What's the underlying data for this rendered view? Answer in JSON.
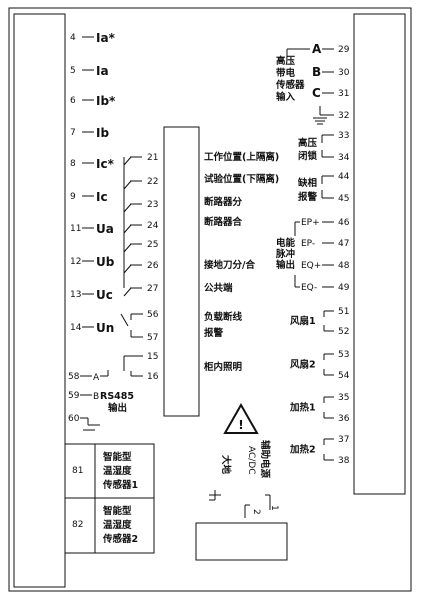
{
  "left_terminals": [
    {
      "num": "4",
      "sig": "Ia*"
    },
    {
      "num": "5",
      "sig": "Ia"
    },
    {
      "num": "6",
      "sig": "Ib*"
    },
    {
      "num": "7",
      "sig": "Ib"
    },
    {
      "num": "8",
      "sig": "Ic*"
    },
    {
      "num": "9",
      "sig": "Ic"
    },
    {
      "num": "11",
      "sig": "Ua"
    },
    {
      "num": "12",
      "sig": "Ub"
    },
    {
      "num": "13",
      "sig": "Uc"
    },
    {
      "num": "14",
      "sig": "Un"
    }
  ],
  "contacts": [
    {
      "pin": "21",
      "label": "工作位置(上隔离)"
    },
    {
      "pin": "22",
      "label": ""
    },
    {
      "pin": "23",
      "label": "试验位置(下隔离)"
    },
    {
      "pin": "24",
      "label": "断路器分"
    },
    {
      "pin": "25",
      "label": "断路器合"
    },
    {
      "pin": "26",
      "label": ""
    },
    {
      "pin": "27",
      "label": "接地刀分/合"
    },
    {
      "pin": "",
      "label": "公共端"
    }
  ],
  "load_break": {
    "pins": [
      "56",
      "57"
    ],
    "label_l1": "负载断线",
    "label_l2": "报警"
  },
  "cabinet_light": {
    "pins": [
      "15",
      "16"
    ],
    "label": "柜内照明"
  },
  "rs485": {
    "pins": [
      "58",
      "59",
      "60"
    ],
    "signals": [
      "A",
      "B"
    ],
    "title": "RS485",
    "subtitle": "输出"
  },
  "sensors": [
    {
      "num": "81",
      "l1": "智能型",
      "l2": "温湿度",
      "l3": "传感器1"
    },
    {
      "num": "82",
      "l1": "智能型",
      "l2": "温湿度",
      "l3": "传感器2"
    }
  ],
  "hv_sensor": {
    "lines": [
      "高压",
      "带电",
      "传感器",
      "输入"
    ],
    "phases": [
      "A",
      "B",
      "C"
    ],
    "pins": [
      "29",
      "30",
      "31",
      "32"
    ]
  },
  "hv_lock": {
    "l1": "高压",
    "l2": "闭锁",
    "pins": [
      "33",
      "34"
    ]
  },
  "phase_loss": {
    "l1": "缺相",
    "l2": "报警",
    "pins": [
      "44",
      "45"
    ]
  },
  "energy_pulse": {
    "lines": [
      "电能",
      "脉冲",
      "输出"
    ],
    "signals": [
      "EP+",
      "EP-",
      "EQ+",
      "EQ-"
    ],
    "pins": [
      "46",
      "47",
      "48",
      "49"
    ]
  },
  "fans": [
    {
      "label": "风扇1",
      "pins": [
        "51",
        "52"
      ]
    },
    {
      "label": "风扇2",
      "pins": [
        "53",
        "54"
      ]
    }
  ],
  "heaters": [
    {
      "label": "加热1",
      "pins": [
        "35",
        "36"
      ]
    },
    {
      "label": "加热2",
      "pins": [
        "37",
        "38"
      ]
    }
  ],
  "power": {
    "title": "辅助电源",
    "type": "AC/DC",
    "pins": [
      "1",
      "2"
    ],
    "ground_label": "大地"
  },
  "warning_symbol": "!"
}
